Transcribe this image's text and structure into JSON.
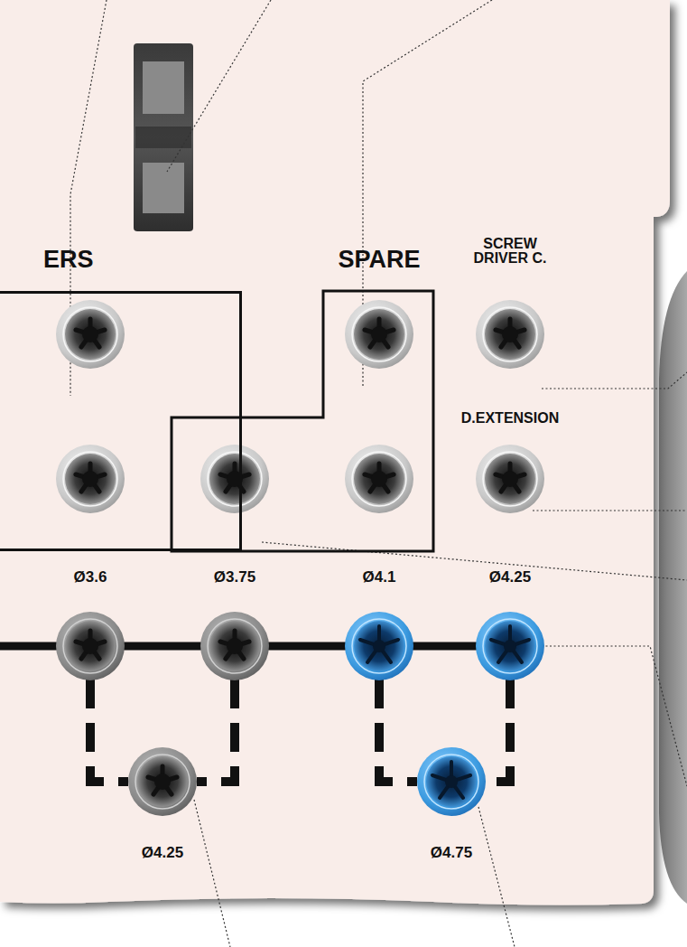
{
  "diagram": {
    "nodes": [
      {
        "text": [
          "ERS"
        ]
      },
      {
        "text": [
          "SPARE"
        ]
      }
    ],
    "labels": [
      "SCREW DRIVER C.",
      "D.EXTENSION",
      "Ø3.6",
      "Ø3.75",
      "Ø4.1",
      "Ø4.25",
      "Ø4.25",
      "Ø4.75"
    ]
  }
}
